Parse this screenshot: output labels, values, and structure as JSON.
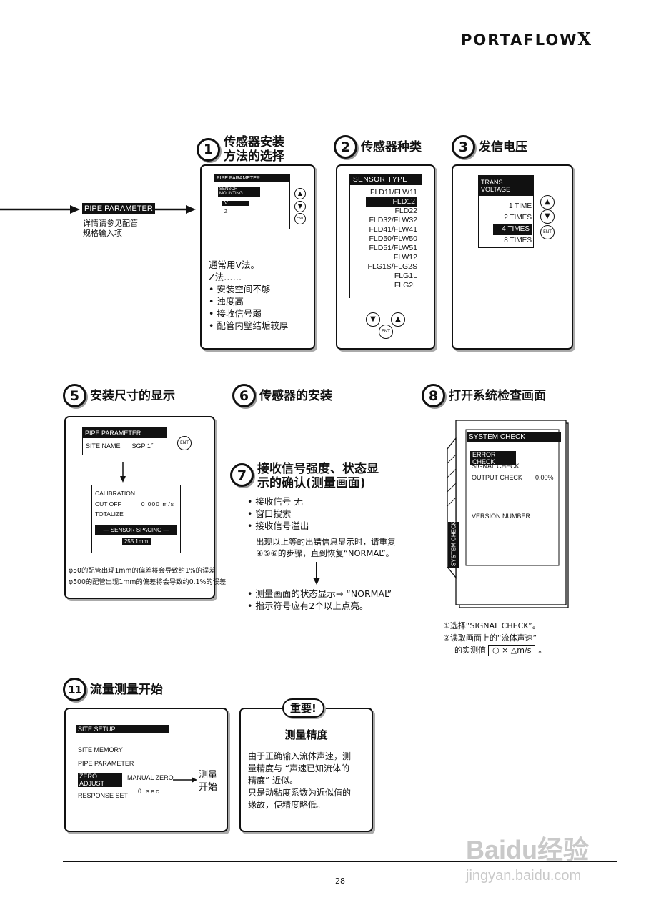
{
  "header": {
    "logo_main": "PORTAFLOW",
    "logo_x": "X"
  },
  "arrow_input": {
    "label": "PIPE PARAMETER",
    "note1": "详情请参见配管",
    "note2": "规格输入项"
  },
  "step1": {
    "num": "1",
    "title1": "传感器安装",
    "title2": "方法的选择",
    "screen": {
      "title": "PIPE PARAMETER",
      "sub": "SENSOR MOUNTING",
      "opt1": "V",
      "opt2": "Z"
    },
    "notes": [
      "通常用V法。",
      "Z法……"
    ],
    "bullets": [
      "安装空间不够",
      "浊度高",
      "接收信号弱",
      "配管内壁结垢较厚"
    ]
  },
  "step2": {
    "num": "2",
    "title": "传感器种类",
    "screen": {
      "title": "SENSOR TYPE",
      "items": [
        "FLD11/FLW11",
        "FLD12",
        "FLD22",
        "FLD32/FLW32",
        "FLD41/FLW41",
        "FLD50/FLW50",
        "FLD51/FLW51",
        "FLW12",
        "FLG1S/FLG2S",
        "FLG1L",
        "FLG2L"
      ],
      "selected": "FLD12"
    }
  },
  "step3": {
    "num": "3",
    "title": "发信电压",
    "screen": {
      "title": "TRANS. VOLTAGE",
      "items": [
        "1 TIME",
        "2 TIMES",
        "4 TIMES",
        "8 TIMES"
      ],
      "selected": "4 TIMES"
    }
  },
  "buttons": {
    "ent": "ENT"
  },
  "step5": {
    "num": "5",
    "title": "安装尺寸的显示",
    "screen1": {
      "title": "PIPE PARAMETER",
      "site_label": "SITE NAME",
      "site_value": "SGP 1˝"
    },
    "screen2": {
      "calibration": "CALIBRATION",
      "cutoff": "CUT OFF",
      "cutoff_value": "0.000 m/s",
      "totalize": "TOTALIZE",
      "spacing_label": "— SENSOR SPACING —",
      "spacing_value": "255.1mm"
    },
    "notes": [
      "φ50的配管出现1mm的偏差将会导致约1%的误差",
      "φ500的配管出现1mm的偏差将会导致约0.1%的误差"
    ]
  },
  "step6": {
    "num": "6",
    "title": "传感器的安装"
  },
  "step7": {
    "num": "7",
    "title1": "接收信号强度、状态显",
    "title2": "示的确认(测量画面)",
    "bullets": [
      "接收信号 无",
      "窗口搜索",
      "接收信号溢出"
    ],
    "msg1": "出现以上等的出错信息显示时，请重复",
    "msg2": "④⑤⑥的步骤，直到恢复“NORMAL”。",
    "bullets2": [
      "测量画面的状态显示→ “NORMAL”",
      "指示符号应有2个以上点亮。"
    ]
  },
  "step8": {
    "num": "8",
    "title": "打开系统检查画面",
    "screen": {
      "title": "SYSTEM CHECK",
      "items": [
        "ERROR CHECK",
        "SIGNAL CHECK",
        "OUTPUT CHECK"
      ],
      "output_value": "0.00%",
      "version": "VERSION NUMBER",
      "tab": "SYSTEM CHECK"
    },
    "notes": [
      "①选择“SIGNAL CHECK”。",
      "②读取画面上的“流体声速”",
      "的实测值"
    ],
    "box": "○ × △m/s",
    "tail": "。"
  },
  "step11": {
    "num": "11",
    "title": "流量测量开始",
    "screen": {
      "title": "SITE SETUP",
      "items": [
        "SITE MEMORY",
        "PIPE PARAMETER",
        "ZERO ADJUST",
        "RESPONSE SET"
      ],
      "zero_value": "MANUAL ZERO",
      "response_value": "0 sec"
    },
    "arrow_text1": "测量",
    "arrow_text2": "开始"
  },
  "important": {
    "badge": "重要!",
    "title": "测量精度",
    "lines": [
      "由于正确输入流体声速，测",
      "量精度与 “声速已知流体的",
      "精度” 近似。",
      "只是动粘度系数为近似值的",
      "缘故，使精度略低。"
    ]
  },
  "footer": {
    "page": "28"
  },
  "watermark": {
    "brand": "Baidu经验",
    "url": "jingyan.baidu.com"
  }
}
